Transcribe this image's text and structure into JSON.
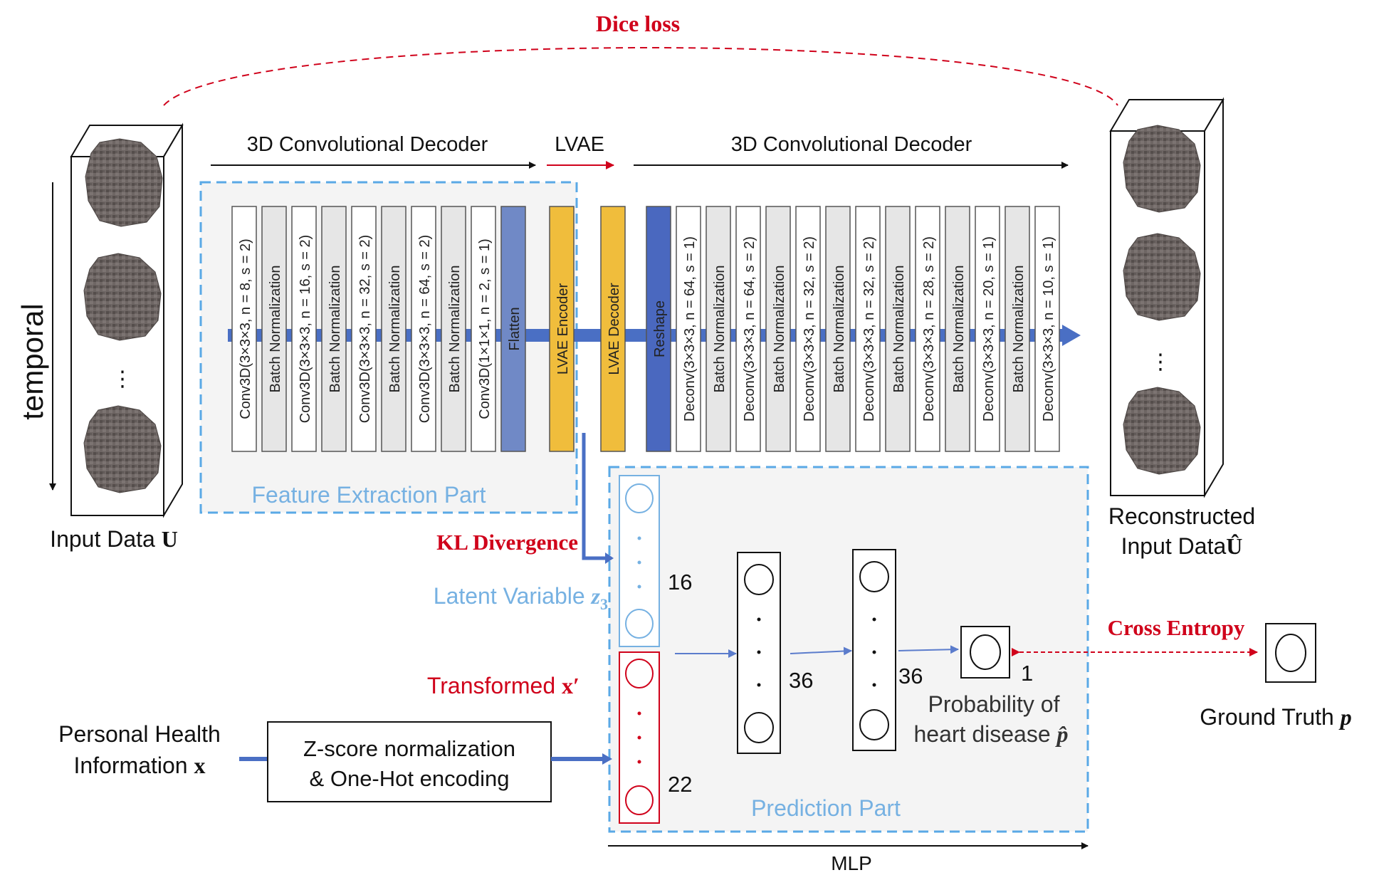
{
  "title": "Dice loss",
  "input": {
    "label_prefix": "Input Data ",
    "label_symbol": "U",
    "ellipsis": "⋮"
  },
  "temporal_label": "temporal",
  "output": {
    "line1": "Reconstructed",
    "line2_prefix": "Input Data",
    "line2_symbol": "Û",
    "ellipsis": "⋮"
  },
  "headers": {
    "encoder": "3D Convolutional Decoder",
    "lvae": "LVAE",
    "decoder": "3D Convolutional Decoder"
  },
  "feature_extraction_label": "Feature Extraction Part",
  "prediction_label": "Prediction Part",
  "encoder_layers": [
    {
      "label": "Conv3D(3×3×3, n = 8, s = 2)",
      "kind": "conv"
    },
    {
      "label": "Batch Normalization",
      "kind": "bn"
    },
    {
      "label": "Conv3D(3×3×3, n = 16, s = 2)",
      "kind": "conv"
    },
    {
      "label": "Batch Normalization",
      "kind": "bn"
    },
    {
      "label": "Conv3D(3×3×3, n = 32, s = 2)",
      "kind": "conv"
    },
    {
      "label": "Batch Normalization",
      "kind": "bn"
    },
    {
      "label": "Conv3D(3×3×3, n = 64, s = 2)",
      "kind": "conv"
    },
    {
      "label": "Batch Normalization",
      "kind": "bn"
    },
    {
      "label": "Conv3D(1×1×1, n = 2, s = 1)",
      "kind": "conv"
    },
    {
      "label": "Flatten",
      "kind": "flatten"
    }
  ],
  "lvae_encoder": "LVAE Encoder",
  "lvae_decoder": "LVAE Decoder",
  "reshape": "Reshape",
  "decoder_layers": [
    {
      "label": "Deconv(3×3×3, n = 64, s = 1)",
      "kind": "conv"
    },
    {
      "label": "Batch Normalization",
      "kind": "bn"
    },
    {
      "label": "Deconv(3×3×3, n = 64, s = 2)",
      "kind": "conv"
    },
    {
      "label": "Batch Normalization",
      "kind": "bn"
    },
    {
      "label": "Deconv(3×3×3, n = 32, s = 2)",
      "kind": "conv"
    },
    {
      "label": "Batch Normalization",
      "kind": "bn"
    },
    {
      "label": "Deconv(3×3×3, n = 32, s = 2)",
      "kind": "conv"
    },
    {
      "label": "Batch Normalization",
      "kind": "bn"
    },
    {
      "label": "Deconv(3×3×3, n = 28, s = 2)",
      "kind": "conv"
    },
    {
      "label": "Batch Normalization",
      "kind": "bn"
    },
    {
      "label": "Deconv(3×3×3, n = 20, s = 1)",
      "kind": "conv"
    },
    {
      "label": "Batch Normalization",
      "kind": "bn"
    },
    {
      "label": "Deconv(3×3×3, n = 10, s = 1)",
      "kind": "conv"
    }
  ],
  "kl_divergence": "KL Divergence",
  "latent_prefix": "Latent Variable ",
  "latent_symbol": "z",
  "latent_subscript": "3",
  "transformed_prefix": "Transformed ",
  "transformed_symbol": "x′",
  "personal_line1": "Personal Health",
  "personal_line2_prefix": "Information ",
  "personal_symbol": "x",
  "norm_line1": "Z-score normalization",
  "norm_line2": "& One-Hot encoding",
  "counts": {
    "latent": "16",
    "transformed": "22",
    "hidden1": "36",
    "hidden2": "36",
    "output": "1"
  },
  "prob_line1": "Probability of",
  "prob_line2_prefix": "heart disease ",
  "prob_symbol": "p̂",
  "cross_entropy": "Cross Entropy",
  "ground_truth_prefix": "Ground Truth ",
  "ground_truth_symbol": "p",
  "mlp": "MLP",
  "colors": {
    "red": "#d0021b",
    "dashed_blue": "#5aa9e6",
    "arrow_blue": "#4a6fc4",
    "layer_gray": "#e6e6e6",
    "flatten": "#7089c6",
    "lvae_yellow": "#f0bd3c",
    "reshape": "#4a68bf",
    "panel_bg": "#f4f4f4",
    "latent_blue": "#76b1e2",
    "dark": "#111111"
  }
}
